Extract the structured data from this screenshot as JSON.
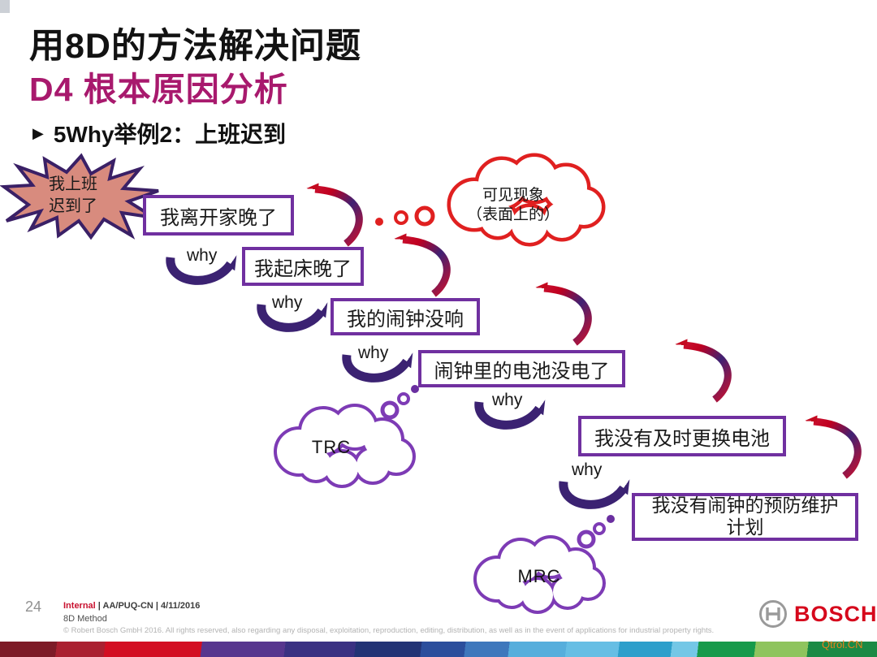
{
  "title": {
    "line1": "用8D的方法解决问题",
    "line2": "D4 根本原因分析"
  },
  "bullet": {
    "marker": "▶",
    "text": "5Why举例2：上班迟到"
  },
  "diagram": {
    "starburst": {
      "line1": "我上班",
      "line2": "迟到了"
    },
    "visible_cloud": {
      "line1": "可见现象",
      "line2": "（表面上的）"
    },
    "trc_cloud_label": "TRC",
    "mrc_cloud_label": "MRC",
    "why_label": "why",
    "boxes": [
      {
        "text": "我离开家晚了"
      },
      {
        "text": "我起床晚了"
      },
      {
        "text": "我的闹钟没响"
      },
      {
        "text": "闹钟里的电池没电了"
      },
      {
        "text": "我没有及时更换电池"
      },
      {
        "text": "我没有闹钟的预防维护计划"
      }
    ]
  },
  "footer": {
    "page_number": "24",
    "classification": "Internal",
    "meta": "| AA/PUQ-CN | 4/11/2016",
    "subtitle": "8D Method",
    "copyright": "© Robert Bosch GmbH 2016. All rights reserved, also regarding any disposal, exploitation, reproduction, editing, distribution, as well as in the event of applications for industrial property rights.",
    "logo_text": "BOSCH",
    "watermark": "Qtrol.CN"
  },
  "colors": {
    "title_accent": "#A8196D",
    "box_border": "#7030A0",
    "why_arrow": "#3B2272",
    "red_cloud": "#E02020",
    "purple_cloud": "#7D3BB5",
    "starburst_fill": "#D88B7E",
    "starburst_stroke": "#3A2066",
    "bosch_red": "#D6081C",
    "watermark_orange": "#E8821E"
  }
}
